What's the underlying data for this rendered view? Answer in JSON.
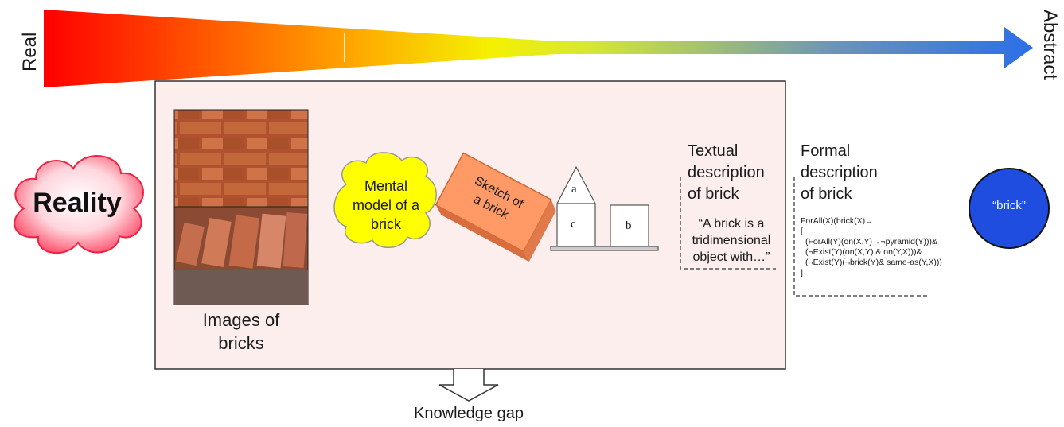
{
  "spectrum": {
    "real_label": "Real",
    "abstract_label": "Abstract",
    "colors": [
      "#ff0000",
      "#ffa000",
      "#ffff00",
      "#5c86c6",
      "#2b6fe8"
    ]
  },
  "reality_cloud": {
    "label": "Reality",
    "color": "#ff4a66"
  },
  "panel": {
    "background": "#fdeeee",
    "border": "#333333"
  },
  "images": {
    "caption_line1": "Images of",
    "caption_line2": "bricks"
  },
  "mental_model": {
    "line1": "Mental",
    "line2": "model of a",
    "line3": "brick",
    "color": "#ffff00"
  },
  "sketch": {
    "line1": "Sketch of",
    "line2": "a brick",
    "color": "#ff9966"
  },
  "blocks": {
    "a": "a",
    "b": "b",
    "c": "c"
  },
  "textual": {
    "title_line1": "Textual",
    "title_line2": "description",
    "title_line3": "of brick",
    "quote_line1": "“A brick is a",
    "quote_line2": "tridimensional",
    "quote_line3": "object with…”"
  },
  "formal": {
    "title_line1": "Formal",
    "title_line2": "description",
    "title_line3": "of brick",
    "formula": [
      "ForAll(X)(brick(X)→",
      "[",
      "  (ForAll(Y)(on(X,Y)→¬pyramid(Y)))&",
      "  (¬Exist(Y)(on(X,Y) & on(Y,X)))&",
      "  (¬Exist(Y)(¬brick(Y)& same-as(Y,X)))",
      "]"
    ]
  },
  "symbol": {
    "label": "“brick”",
    "color": "#1f4de0"
  },
  "knowledge_gap": {
    "label": "Knowledge gap"
  }
}
